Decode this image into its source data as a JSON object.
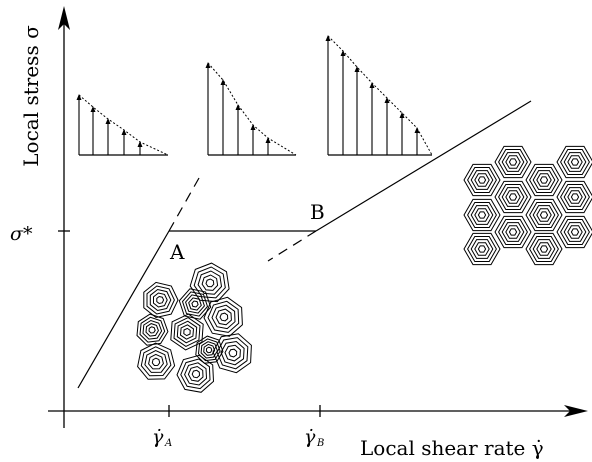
{
  "axes": {
    "y_label": "Local stress σ",
    "x_label": "Local shear rate γ̇",
    "y_tick_label": "σ*",
    "x_tick_a_label": "γ̇",
    "x_tick_a_sub": "A",
    "x_tick_b_label": "γ̇",
    "x_tick_b_sub": "B"
  },
  "points": {
    "a_label": "A",
    "b_label": "B"
  }
}
